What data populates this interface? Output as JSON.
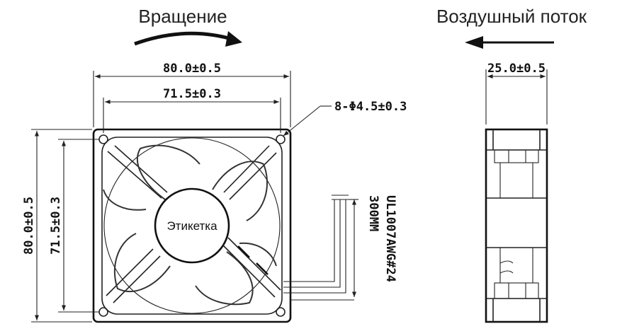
{
  "headings": {
    "rotation": "Вращение",
    "airflow": "Воздушный поток"
  },
  "dimensions": {
    "outer_width": "80.0±0.5",
    "hole_spacing_h": "71.5±0.3",
    "mount_holes": "8-Φ4.5±0.3",
    "outer_height": "80.0±0.5",
    "hole_spacing_v": "71.5±0.3",
    "thickness": "25.0±0.5"
  },
  "hub_label": "Этикетка",
  "cable": {
    "spec": "UL1007AWG#24",
    "length": "300MM"
  },
  "icons": [
    "rotation-arrow-icon",
    "airflow-arrow-icon"
  ]
}
